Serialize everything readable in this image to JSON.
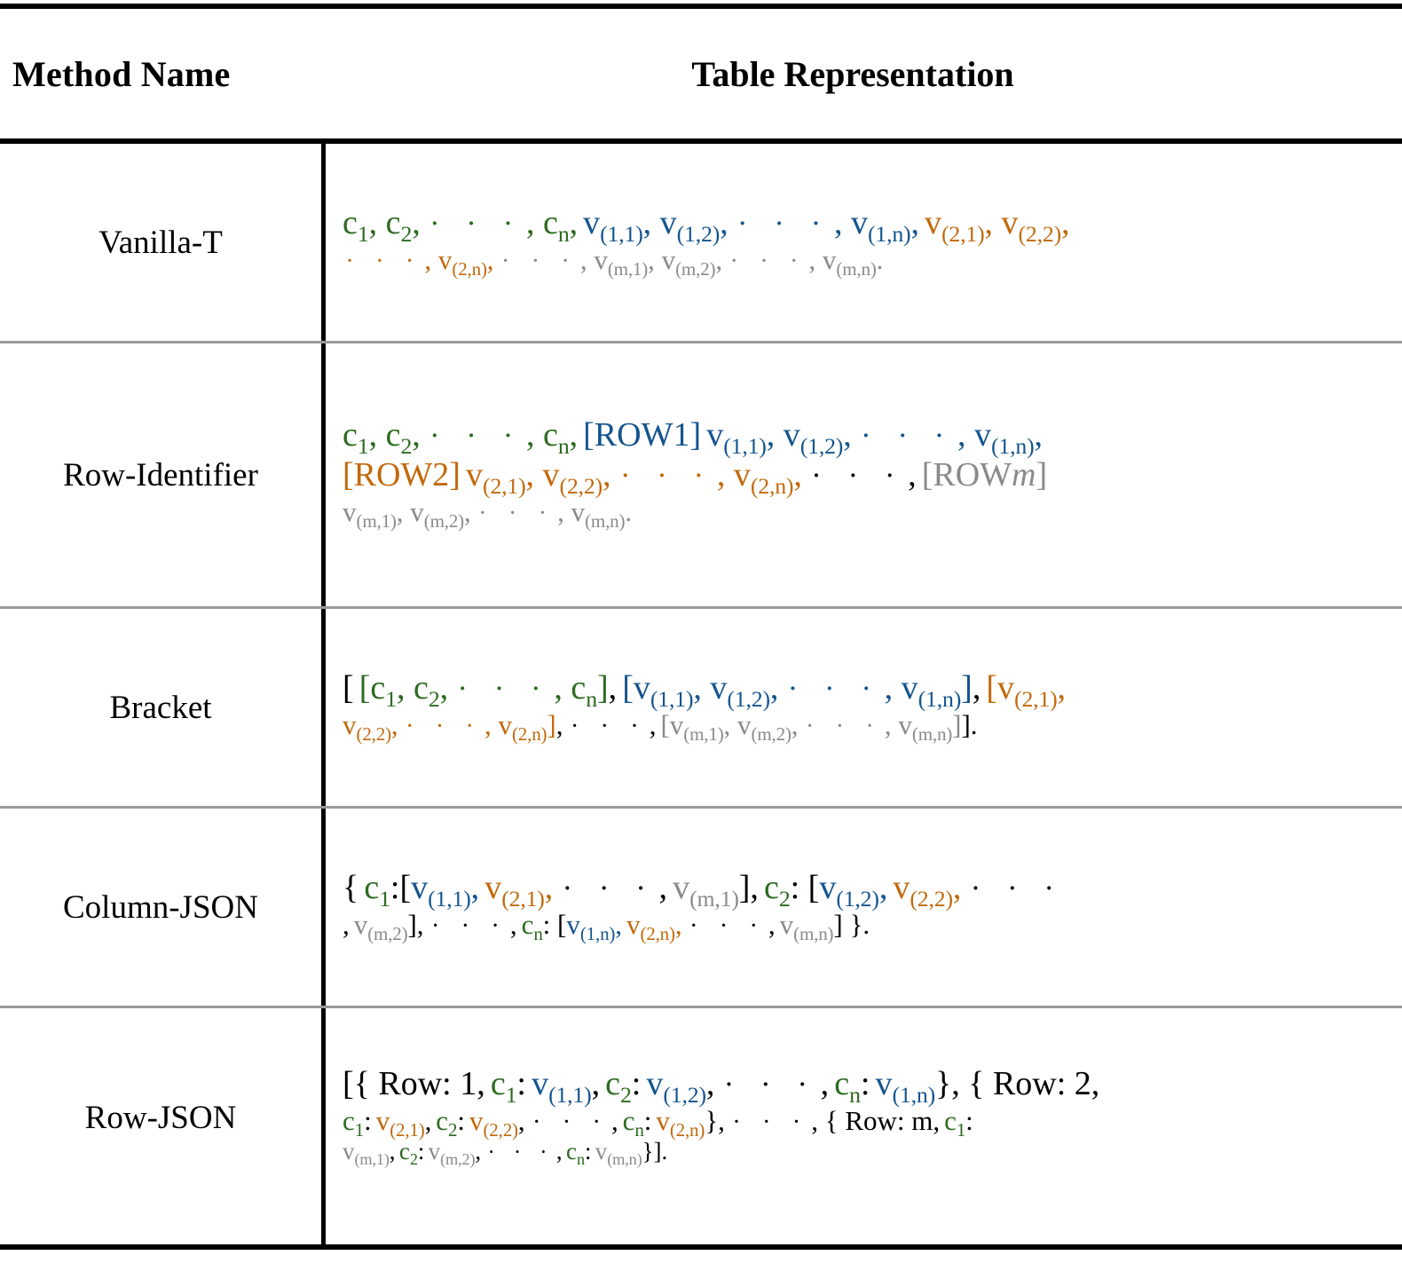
{
  "table": {
    "header": {
      "method_name": "Method Name",
      "table_representation": "Table Representation"
    },
    "colors": {
      "column_green": "#2c6b1f",
      "row1_blue": "#14558f",
      "row2_orange": "#c2690c",
      "rowm_gray": "#8a8a8a",
      "text_black": "#000000",
      "rule_black": "#000000",
      "rule_gray": "#9a9a9a",
      "background": "#ffffff"
    },
    "symbols": {
      "ellipsis": "· · ·",
      "period": ".",
      "comma": ",",
      "colon": ":"
    },
    "rows": [
      {
        "method": "Vanilla-T",
        "representation": "c₁, c₂, · · · , cₙ, v₍₁,₁₎, v₍₁,₂₎, · · · , v₍₁,ₙ₎, v₍₂,₁₎, v₍₂,₂₎, · · · , v₍₂,ₙ₎, · · · , v₍ₘ,₁₎, v₍ₘ,₂₎, · · · , v₍ₘ,ₙ₎.",
        "tokens": {
          "columns": [
            "c1",
            "c2",
            "cn"
          ],
          "row1": [
            "v(1,1)",
            "v(1,2)",
            "v(1,n)"
          ],
          "row2": [
            "v(2,1)",
            "v(2,2)",
            "v(2,n)"
          ],
          "rowm": [
            "v(m,1)",
            "v(m,2)",
            "v(m,n)"
          ]
        }
      },
      {
        "method": "Row-Identifier",
        "representation": "c₁, c₂, · · · , cₙ, [ROW1] v₍₁,₁₎, v₍₁,₂₎, · · · , v₍₁,ₙ₎, [ROW2] v₍₂,₁₎, v₍₂,₂₎, · · · , v₍₂,ₙ₎, · · · , [ROWm] v₍ₘ,₁₎, v₍ₘ,₂₎, · · · , v₍ₘ,ₙ₎.",
        "tokens": {
          "row1_tag": "[ROW1]",
          "row2_tag": "[ROW2]",
          "rowm_tag_prefix": "[ROW",
          "rowm_tag_index": "m",
          "rowm_tag_suffix": "]"
        }
      },
      {
        "method": "Bracket",
        "representation": "[ [c₁, c₂, · · · , cₙ], [v₍₁,₁₎, v₍₁,₂₎, · · · , v₍₁,ₙ₎], [v₍₂,₁₎, v₍₂,₂₎, · · · , v₍₂,ₙ₎], · · · , [v₍ₘ,₁₎, v₍ₘ,₂₎, · · · , v₍ₘ,ₙ₎]]."
      },
      {
        "method": "Column-JSON",
        "representation": "{ c₁: [v₍₁,₁₎, v₍₂,₁₎, · · · , v₍ₘ,₁₎], c₂: [v₍₁,₂₎, v₍₂,₂₎, · · · , v₍ₘ,₂₎], · · · , cₙ: [v₍₁,ₙ₎, v₍₂,ₙ₎, · · · , v₍ₘ,ₙ₎] }."
      },
      {
        "method": "Row-JSON",
        "representation": "[{ Row: 1, c₁: v₍₁,₁₎, c₂: v₍₁,₂₎, · · · , cₙ: v₍₁,ₙ₎}, { Row: 2, c₁: v₍₂,₁₎, c₂: v₍₂,₂₎, · · · , cₙ: v₍₂,ₙ₎}, · · · , { Row: m, c₁: v₍ₘ,₁₎, c₂: v₍ₘ,₂₎, · · · , cₙ: v₍ₘ,ₙ₎}].",
        "labels": {
          "row_key": "Row:",
          "row1_index": "1",
          "row2_index": "2",
          "rowm_index": "m"
        }
      }
    ]
  }
}
